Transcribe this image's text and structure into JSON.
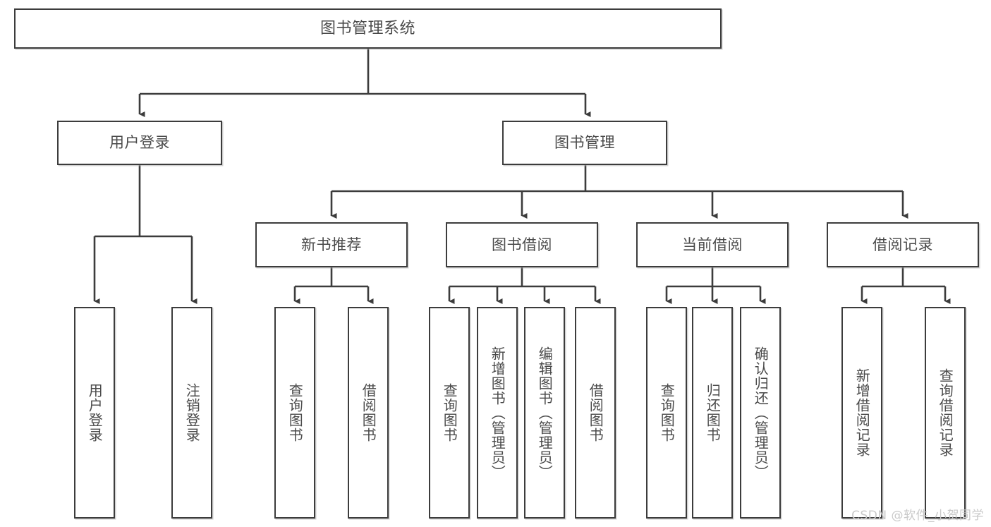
{
  "diagram": {
    "type": "tree-hierarchy",
    "title": "图书管理系统",
    "stroke_color": "#3c3c3c",
    "text_color": "#4a4a4a",
    "background_color": "#ffffff",
    "watermark": "CSDN @软件_小贺同学",
    "watermark_color": "#c9c9c9"
  },
  "root": {
    "label": "图书管理系统"
  },
  "level1": [
    {
      "label": "用户登录"
    },
    {
      "label": "图书管理"
    }
  ],
  "level2": [
    {
      "label": "新书推荐"
    },
    {
      "label": "图书借阅"
    },
    {
      "label": "当前借阅"
    },
    {
      "label": "借阅记录"
    }
  ],
  "leaves": {
    "user_login": [
      {
        "label": "用户登录"
      },
      {
        "label": "注销登录"
      }
    ],
    "new_book": [
      {
        "label": "查询图书"
      },
      {
        "label": "借阅图书"
      }
    ],
    "book_borrow": [
      {
        "label": "查询图书"
      },
      {
        "label": "新增图书（管理员）"
      },
      {
        "label": "编辑图书（管理员）"
      },
      {
        "label": "借阅图书"
      }
    ],
    "current_borrow": [
      {
        "label": "查询图书"
      },
      {
        "label": "归还图书"
      },
      {
        "label": "确认归还（管理员）"
      }
    ],
    "borrow_record": [
      {
        "label": "新增借阅记录"
      },
      {
        "label": "查询借阅记录"
      }
    ]
  }
}
